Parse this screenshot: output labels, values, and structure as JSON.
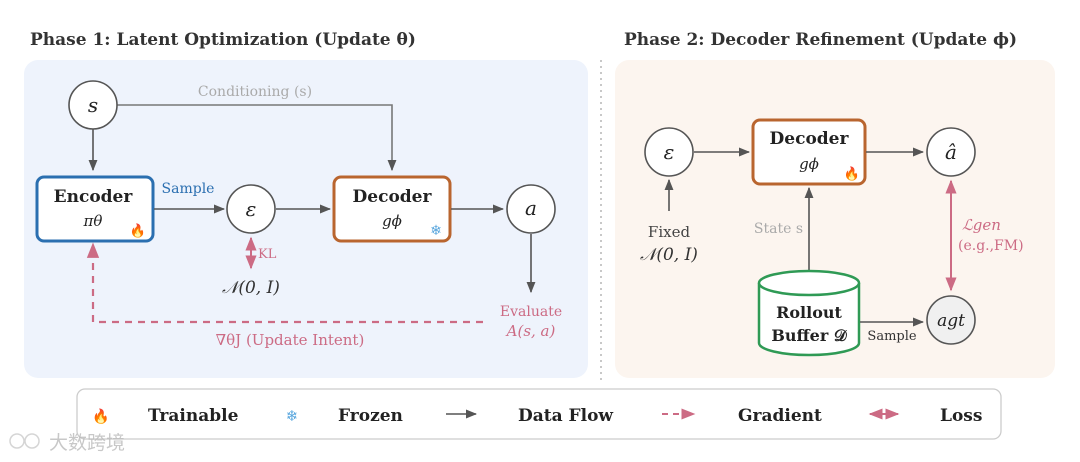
{
  "phase1": {
    "title": "Phase 1: Latent Optimization (Update θ)",
    "node_s": "s",
    "conditioning": "Conditioning (s)",
    "encoder_title": "Encoder",
    "encoder_sub": "πθ",
    "sample": "Sample",
    "node_eps": "ε",
    "decoder_title": "Decoder",
    "decoder_sub": "gϕ",
    "node_a": "a",
    "kl": "KL",
    "prior": "𝒩(0, I)",
    "evaluate": "Evaluate",
    "evaluate_expr": "A(s, a)",
    "gradient_label": "∇θJ (Update Intent)"
  },
  "phase2": {
    "title": "Phase 2: Decoder Refinement (Update ϕ)",
    "node_eps": "ε",
    "decoder_title": "Decoder",
    "decoder_sub": "gϕ",
    "node_ahat": "â",
    "fixed": "Fixed",
    "prior": "𝒩(0, I)",
    "state_label": "State s",
    "loss_name": "ℒgen",
    "loss_detail": "(e.g.,FM)",
    "buffer_line1": "Rollout",
    "buffer_line2": "Buffer 𝒟",
    "sample": "Sample",
    "node_agt": "agt"
  },
  "legend": {
    "trainable": "Trainable",
    "frozen": "Frozen",
    "data_flow": "Data Flow",
    "gradient": "Gradient",
    "loss": "Loss"
  },
  "watermark": "大数跨境",
  "colors": {
    "encoder": "#2b6fb0",
    "decoder": "#b9652f",
    "buffer": "#2f9a55",
    "gradient": "#cc6b84",
    "arrow": "#555555",
    "panel1": "#eef3fc",
    "panel2": "#fcf5ef",
    "fire": "#e8731c",
    "frozen": "#5aa7de"
  }
}
